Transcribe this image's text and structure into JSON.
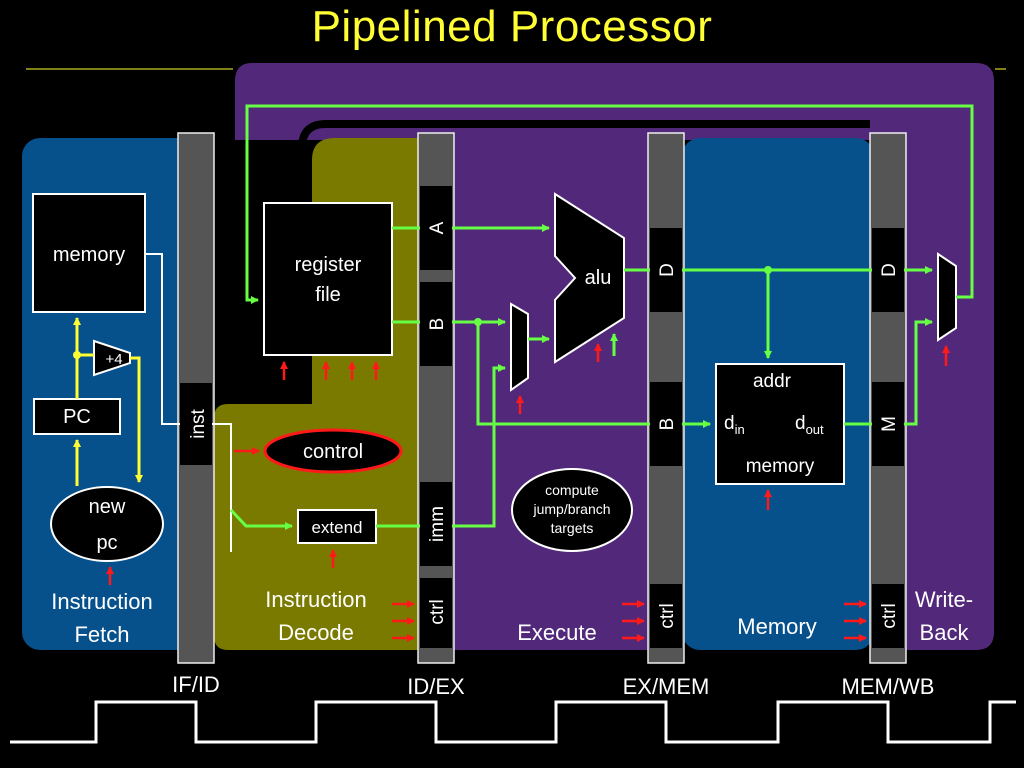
{
  "title": "Pipelined Processor",
  "stages": {
    "fetch": {
      "line1": "Instruction",
      "line2": "Fetch"
    },
    "decode": {
      "line1": "Instruction",
      "line2": "Decode"
    },
    "execute": "Execute",
    "memory": "Memory",
    "writeback": {
      "line1": "Write-",
      "line2": "Back"
    }
  },
  "registers": {
    "if_id": "IF/ID",
    "id_ex": "ID/EX",
    "ex_mem": "EX/MEM",
    "mem_wb": "MEM/WB"
  },
  "fields": {
    "inst": "inst",
    "A": "A",
    "B": "B",
    "imm": "imm",
    "ctrl": "ctrl",
    "D": "D",
    "M": "M"
  },
  "components": {
    "instr_memory": "memory",
    "plus4": "+4",
    "pc": "PC",
    "new_pc": {
      "line1": "new",
      "line2": "pc"
    },
    "register_file": {
      "line1": "register",
      "line2": "file"
    },
    "control": "control",
    "extend": "extend",
    "alu": "alu",
    "targets": {
      "line1": "compute",
      "line2": "jump/branch",
      "line3": "targets"
    },
    "data_memory": {
      "addr": "addr",
      "din": "d",
      "din_sub": "in",
      "dout": "d",
      "dout_sub": "out",
      "name": "memory"
    }
  },
  "colors": {
    "title": "#ffff33",
    "fetch_bg": "#06508c",
    "decode_bg": "#7a7a00",
    "exec_bg": "#52297a",
    "mem_bg": "#06508c",
    "wire_green": "#66ff44",
    "wire_yellow": "#ffff33",
    "ctrl_red": "#ff1a1a"
  }
}
